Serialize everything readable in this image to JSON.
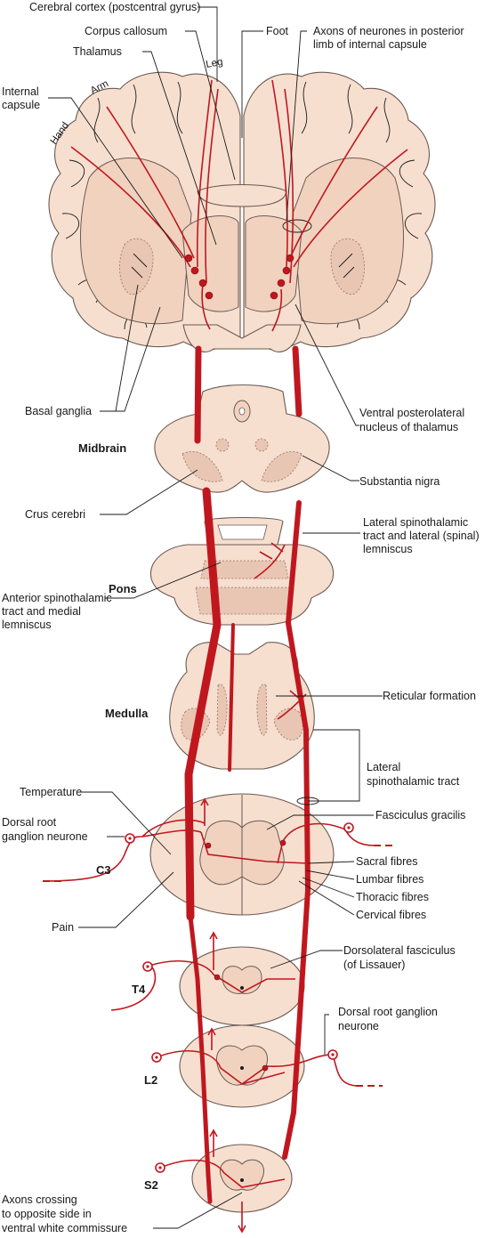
{
  "levels": {
    "midbrain": "Midbrain",
    "pons": "Pons",
    "medulla": "Medulla",
    "c3": "C3",
    "t4": "T4",
    "l2": "L2",
    "s2": "S2"
  },
  "labels": {
    "cerebral_cortex": "Cerebral cortex (postcentral gyrus)",
    "corpus_callosum": "Corpus callosum",
    "thalamus": "Thalamus",
    "internal_capsule_1": "Internal",
    "internal_capsule_2": "capsule",
    "leg": "Leg",
    "arm": "Arm",
    "hand": "Hand",
    "foot": "Foot",
    "axons_internal_capsule_1": "Axons of neurones in posterior",
    "axons_internal_capsule_2": "limb of internal capsule",
    "basal_ganglia": "Basal ganglia",
    "vpl_1": "Ventral posterolateral",
    "vpl_2": "nucleus of thalamus",
    "substantia_nigra": "Substantia nigra",
    "crus_cerebri": "Crus cerebri",
    "lateral_lemniscus_1": "Lateral  spinothalamic",
    "lateral_lemniscus_2": "tract and lateral (spinal)",
    "lateral_lemniscus_3": "lemniscus",
    "anterior_st_1": "Anterior spinothalamic",
    "anterior_st_2": "tract and medial",
    "anterior_st_3": "lemniscus",
    "reticular_formation": "Reticular formation",
    "lateral_st_1": "Lateral",
    "lateral_st_2": "spinothalamic tract",
    "temperature": "Temperature",
    "drg_left_1": "Dorsal root",
    "drg_left_2": "ganglion neurone",
    "fasciculus_gracilis": "Fasciculus gracilis",
    "sacral_fibres": "Sacral fibres",
    "lumbar_fibres": "Lumbar fibres",
    "thoracic_fibres": "Thoracic fibres",
    "cervical_fibres": "Cervical fibres",
    "pain": "Pain",
    "lissauer_1": "Dorsolateral fasciculus",
    "lissauer_2": "(of Lissauer)",
    "drg_right_1": "Dorsal root ganglion",
    "drg_right_2": "neurone",
    "axons_crossing_1": "Axons crossing",
    "axons_crossing_2": "to opposite side in",
    "axons_crossing_3": "ventral white commissure"
  },
  "colors": {
    "tract": "#c0171f",
    "tissue": "#f7dfd0",
    "outline": "#6b5a52"
  }
}
